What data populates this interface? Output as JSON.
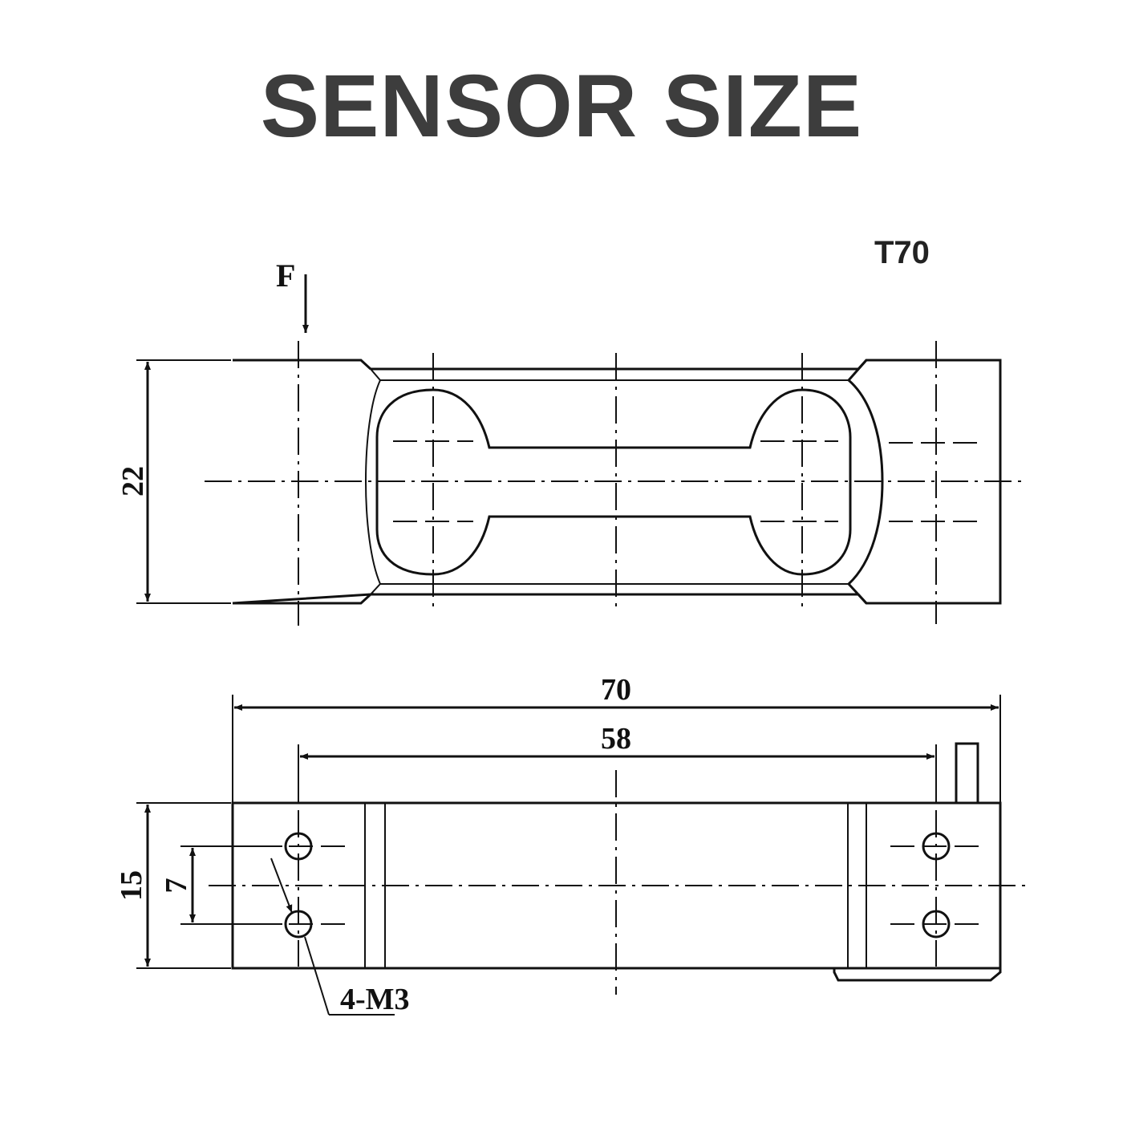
{
  "title": "SENSOR SIZE",
  "model": "T70",
  "force_label": "F",
  "dimensions": {
    "height_top_view": "22",
    "overall_length": "70",
    "hole_spacing": "58",
    "thickness_side_view": "15",
    "hole_row_spacing": "7",
    "holes": "4-M3"
  }
}
